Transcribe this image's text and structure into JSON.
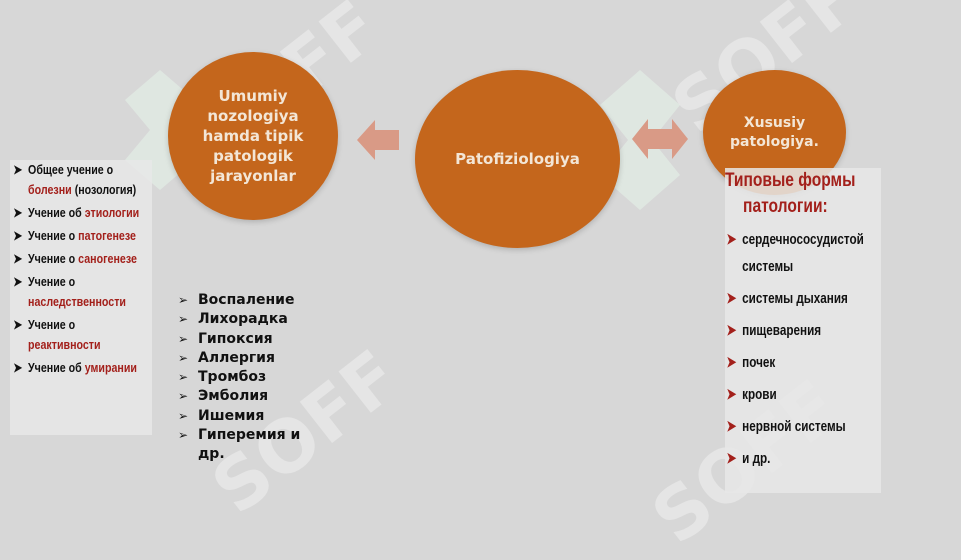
{
  "watermark": "SOFF",
  "colors": {
    "circle": "#c4661c",
    "circle_text": "#f3e6d6",
    "accent_red": "#a3201b",
    "arrow": "#d99a86"
  },
  "circles": {
    "left": "Umumiy\nnozologiya\nhamda tipik\npatologik\njarayonlar",
    "middle": "Patofiziologiya",
    "right": "Xususiy\npatologiya."
  },
  "left_list": [
    {
      "a": "Общее учение о",
      "b": "",
      "c": ""
    },
    {
      "a": "",
      "b": "болезни",
      "c": " (нозология)"
    },
    {
      "a": "Учение об ",
      "b": "этиологии",
      "c": ""
    },
    {
      "a": "Учение о ",
      "b": "патогенезе",
      "c": ""
    },
    {
      "a": "Учение о ",
      "b": "саногенезе",
      "c": ""
    },
    {
      "a": "Учение о",
      "b": "",
      "c": ""
    },
    {
      "a": "",
      "b": "наследственности",
      "c": ""
    },
    {
      "a": "Учение о",
      "b": "",
      "c": ""
    },
    {
      "a": "",
      "b": "реактивности",
      "c": ""
    },
    {
      "a": "Учение об ",
      "b": "умирании",
      "c": ""
    }
  ],
  "middle_list": [
    "Воспаление",
    "Лихорадка",
    "Гипоксия",
    "Аллергия",
    "Тромбоз",
    "Эмболия",
    "Ишемия",
    "Гиперемия и др."
  ],
  "right_title_1": "Типовые формы",
  "right_title_2": "патологии:",
  "right_list": [
    "сердечнососудистой",
    "системы",
    "системы дыхания",
    "пищеварения",
    "почек",
    "крови",
    "нервной системы",
    "и др."
  ]
}
